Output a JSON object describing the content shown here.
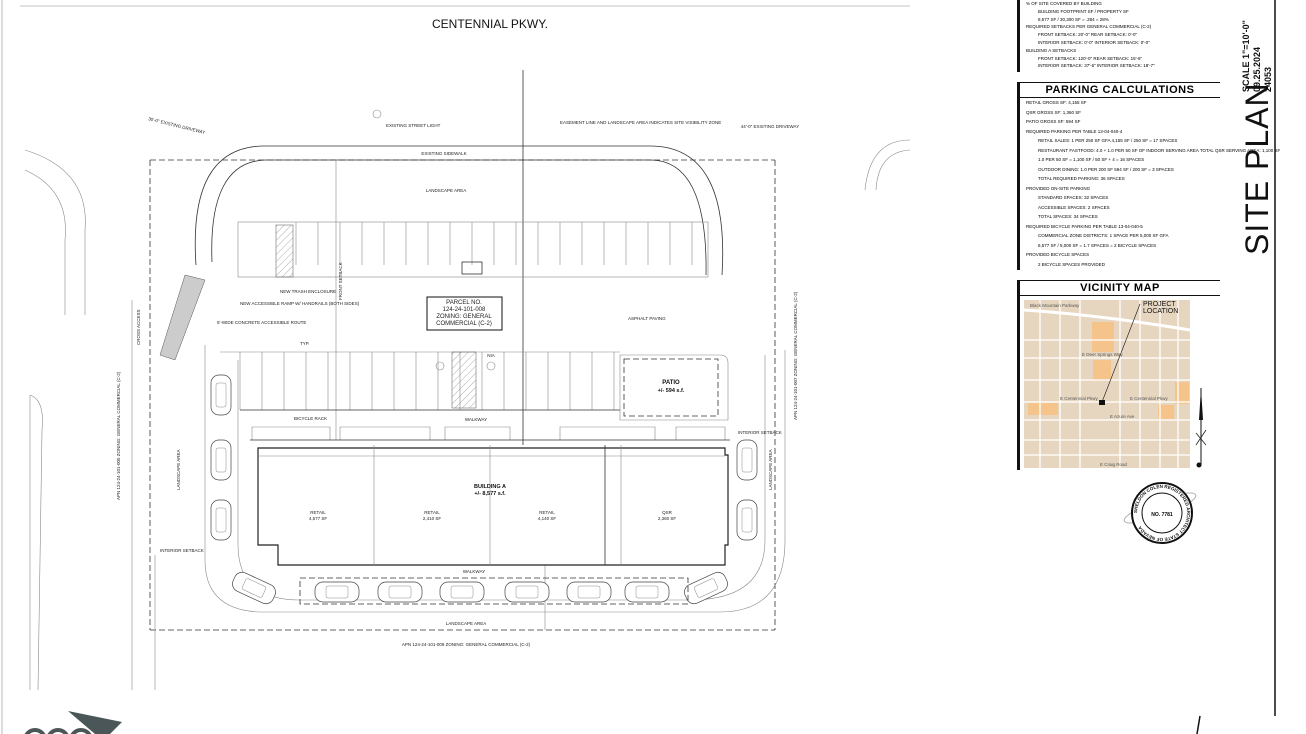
{
  "drawing": {
    "street_name": "CENTENNIAL PKWY.",
    "labels": {
      "existing_driveway_left": "30'-0\" EXISTING DRIVEWAY",
      "existing_driveway_right": "44'-0\" EXISTING DRIVEWAY",
      "existing_street_light": "EXISTING STREET LIGHT",
      "existing_sidewalk": "EXISTING SIDEWALK",
      "landscape_area_top": "LANDSCAPE AREA",
      "landscape_area_bottom": "LANDSCAPE AREA",
      "landscape_area_left": "LANDSCAPE AREA",
      "landscape_area_right": "LANDSCAPE AREA",
      "visibility_zone": "EASEMENT LINE AND LANDSCAPE AREA INDICATES SITE VISIBILITY ZONE",
      "concrete_route": "5'-WIDE CONCRETE ACCESSIBLE ROUTE",
      "trash_enclosure": "NEW TRASH ENCLOSURE",
      "handicap_ramp": "NEW ACCESSIBLE RAMP W/ HANDRAILS (BOTH SIDES)",
      "front_setback": "FRONT SETBACK",
      "asphalt_paving": "ASPHALT PAVING",
      "walkway_top": "WALKWAY",
      "walkway_bottom": "WALKWAY",
      "bicycle_rack": "BICYCLE RACK",
      "typ": "TYP.",
      "nia": "NIA",
      "cross_access": "CROSS ACCESS",
      "apn_left": "APN 124-24-101-005 ZONING: GENERAL COMMERCIAL (C-2)",
      "apn_right": "APN 124-24-101-007 ZONING: GENERAL COMMERCIAL (C-2)",
      "apn_bottom": "APN 124-24-101-009 ZONING: GENERAL COMMERCIAL (C-2)",
      "interior_setback_left": "INTERIOR SETBACK",
      "interior_setback_right": "INTERIOR SETBACK"
    },
    "parcel": {
      "line1": "PARCEL NO.",
      "line2": "124-24-101-008",
      "line3": "ZONING: GENERAL",
      "line4": "COMMERCIAL (C-2)"
    },
    "patio": {
      "name": "PATIO",
      "area": "+/- 594 s.f."
    },
    "building": {
      "name": "BUILDING A",
      "area": "+/- 8,577 s.f.",
      "suites": [
        {
          "use": "RETAIL",
          "area": "4,577 SF"
        },
        {
          "use": "RETAIL",
          "area": "2,410 SF"
        },
        {
          "use": "RETAIL",
          "area": "4,140 SF"
        },
        {
          "use": "QSR",
          "area": "2,360 SF"
        }
      ]
    }
  },
  "setbacks": {
    "lines": [
      {
        "text": "% OF SITE COVERED BY BUILDING",
        "indent": false
      },
      {
        "text": "BUILDING FOOTPRINT SF / PROPERTY SF",
        "indent": true
      },
      {
        "text": "8,577 SF / 30,300 SF = .284 = 28%",
        "indent": true
      },
      {
        "text": "REQUIRED SETBACKS PER GENERAL COMMERCIAL (C-2)",
        "indent": false
      },
      {
        "text": "FRONT SETBACK:   20'-0\"          REAR SETBACK:   0'-0\"",
        "indent": true
      },
      {
        "text": "INTERIOR SETBACK:   0'-0\"        INTERIOR SETBACK:   0'-0\"",
        "indent": true
      },
      {
        "text": "BUILDING A SETBACKS",
        "indent": false
      },
      {
        "text": "FRONT SETBACK:   120'-0\"         REAR SETBACK:   15'-6\"",
        "indent": true
      },
      {
        "text": "INTERIOR SETBACK:   37'-6\"       INTERIOR SETBACK:   18'-7\"",
        "indent": true
      }
    ]
  },
  "parking": {
    "title": "PARKING CALCULATIONS",
    "lines": [
      {
        "text": "RETAIL GROSS SF:                    4,155 SF",
        "indent": false
      },
      {
        "text": "QSR GROSS SF:                          1,360 SF",
        "indent": false
      },
      {
        "text": "PATIO GROSS SF:                       594 SF",
        "indent": false
      },
      {
        "text": "REQUIRED PARKING PER TABLE 13-04-040-4",
        "indent": false
      },
      {
        "text": "RETAIL SALES: 1 PER 250 SF GFA  4,155 SF / 250 SF = 17 SPACES",
        "indent": true
      },
      {
        "text": "RESTAURANT FASTFOOD: 4.0 + 1.0 PER 50 SF OF INDOOR SERVING AREA  TOTAL QSR SERVING AREA: 1,100 SF",
        "indent": true
      },
      {
        "text": "1.0 PER 50 SF = 1,100 SF / 50 SF + 4 = 16 SPACES",
        "indent": true
      },
      {
        "text": "OUTDOOR DINING: 1.0 PER 200 SF  594 SF / 200 SF = 3 SPACES",
        "indent": true
      },
      {
        "text": "TOTAL REQUIRED PARKING: 36 SPACES",
        "indent": true
      },
      {
        "text": "PROVIDED ON-SITE PARKING",
        "indent": false
      },
      {
        "text": "STANDARD SPACES:      32 SPACES",
        "indent": true
      },
      {
        "text": "ACCESSIBLE SPACES:    2 SPACES",
        "indent": true
      },
      {
        "text": "TOTAL SPACES:           34 SPACES",
        "indent": true
      },
      {
        "text": "REQUIRED BICYCLE PARKING PER TABLE 13-04-040-5",
        "indent": false
      },
      {
        "text": "COMMERCIAL ZONE DISTRICTS: 1 SPACE PER 5,000 SF GFA",
        "indent": true
      },
      {
        "text": "8,577 SF / 5,000 SF = 1.7 SPACES = 2 BICYCLE SPACES",
        "indent": true
      },
      {
        "text": "PROVIDED BICYCLE SPACES",
        "indent": false
      },
      {
        "text": "2 BICYCLE SPACES PROVIDED",
        "indent": true
      }
    ]
  },
  "vicinity": {
    "title": "VICINITY MAP",
    "project_location": "PROJECT LOCATION",
    "streets": [
      "Black Mountain Parkway",
      "E Centennial Pkwy",
      "E Centennial Pkwy",
      "E Deer Springs Way",
      "E Azure Ave",
      "E Craig Road"
    ]
  },
  "seal": {
    "text": "SHELDON COLEN REGISTERED ARCHITECT STATE OF NEVADA",
    "number": "NO. 7781"
  },
  "title_block": {
    "sheet_title": "SITE PLAN",
    "scale": "SCALE 1\"=10'-0\"",
    "date": "09.25.2024",
    "job_no": "24053"
  },
  "colors": {
    "map_base": "#e7d6bf",
    "map_highlight": "#f5c48a",
    "logo": "#4a5657"
  }
}
